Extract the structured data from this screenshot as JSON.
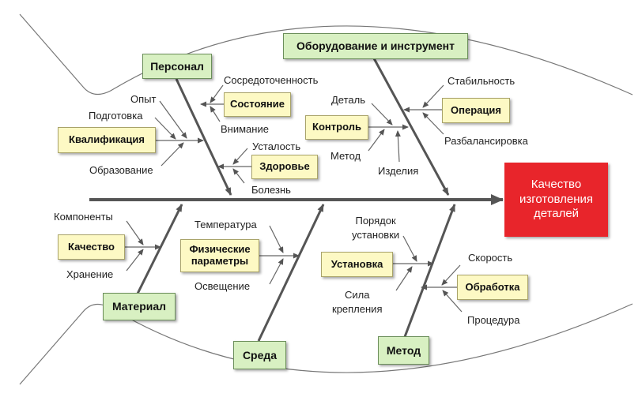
{
  "result": {
    "line1": "Качество",
    "line2": "изготовления",
    "line3": "деталей",
    "color": "#e8252b"
  },
  "categories": {
    "personnel": "Персонал",
    "equipment": "Оборудование и инструмент",
    "material": "Материал",
    "environment": "Среда",
    "method": "Метод"
  },
  "subcauses": {
    "state": "Состояние",
    "qualification": "Квалификация",
    "health": "Здоровье",
    "control": "Контроль",
    "operation": "Операция",
    "quality": "Качество",
    "physical_params": {
      "line1": "Физические",
      "line2": "параметры"
    },
    "setup": "Установка",
    "processing": "Обработка"
  },
  "factors": {
    "concentration": "Сосредоточенность",
    "attention": "Внимание",
    "experience": "Опыт",
    "training": "Подготовка",
    "education": "Образование",
    "fatigue": "Усталость",
    "illness": "Болезнь",
    "part": "Деталь",
    "method": "Метод",
    "products": "Изделия",
    "stability": "Стабильность",
    "imbalance": "Разбалансировка",
    "components": "Компоненты",
    "storage": "Хранение",
    "temperature": "Температура",
    "lighting": "Освещение",
    "install_order": {
      "line1": "Порядок",
      "line2": "установки"
    },
    "clamp_force": {
      "line1": "Сила",
      "line2": "крепления"
    },
    "speed": "Скорость",
    "procedure": "Процедура"
  },
  "colors": {
    "category_fill": "#d8f0c2",
    "subcause_fill": "#fdf9c4",
    "arrow": "#555555"
  }
}
